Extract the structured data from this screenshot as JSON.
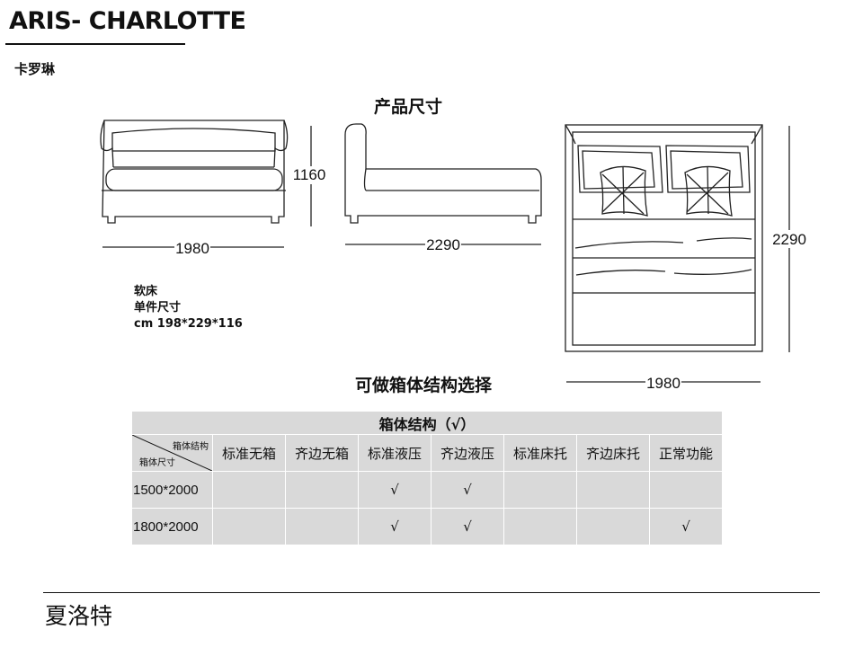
{
  "header": {
    "brand": "ARIS- CHARLOTTE",
    "name_cn": "卡罗琳"
  },
  "dimensions": {
    "title": "产品尺寸",
    "front": {
      "width": "1980",
      "height": "1160"
    },
    "side": {
      "length": "2290"
    },
    "top": {
      "length": "2290",
      "width": "1980"
    }
  },
  "product": {
    "type": "软床",
    "size_label": "单件尺寸",
    "size_value": "cm 198*229*116"
  },
  "structure": {
    "title": "可做箱体结构选择",
    "table_title": "箱体结构（√）",
    "corner_top": "箱体结构",
    "corner_bottom": "箱体尺寸",
    "columns": [
      "标准无箱",
      "齐边无箱",
      "标准液压",
      "齐边液压",
      "标准床托",
      "齐边床托",
      "正常功能"
    ],
    "rows": [
      {
        "size": "1500*2000",
        "cells": [
          "",
          "",
          "√",
          "√",
          "",
          "",
          ""
        ]
      },
      {
        "size": "1800*2000",
        "cells": [
          "",
          "",
          "√",
          "√",
          "",
          "",
          "√"
        ]
      }
    ]
  },
  "footer": {
    "title": "夏洛特"
  }
}
